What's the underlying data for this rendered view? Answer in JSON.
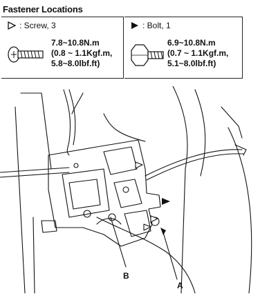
{
  "header": {
    "title": "Fastener Locations"
  },
  "fasteners": [
    {
      "symbol": "open-triangle",
      "label": ": Screw, 3",
      "torque_lines": [
        "7.8~10.8N.m",
        "(0.8 ~ 1.1Kgf.m,",
        "5.8~8.0lbf.ft)"
      ],
      "icon": "screw-icon"
    },
    {
      "symbol": "filled-triangle",
      "label": ": Bolt, 1",
      "torque_lines": [
        "6.9~10.8N.m",
        "(0.7 ~ 1.1Kgf.m,",
        "5.1~8.0lbf.ft)"
      ],
      "icon": "bolt-icon"
    }
  ],
  "diagram": {
    "callouts": {
      "a": "A",
      "b": "B"
    }
  }
}
